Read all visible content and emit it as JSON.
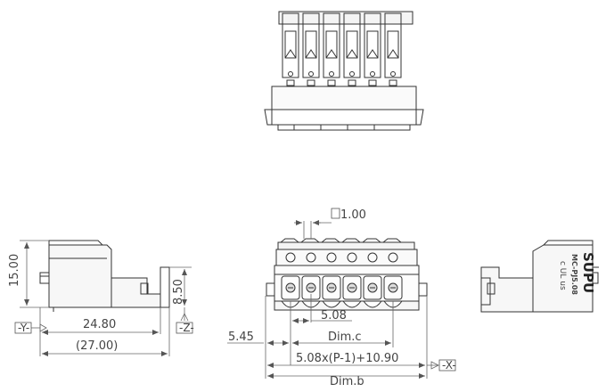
{
  "dimensions": {
    "height_15": "15.00",
    "depth_24_80": "24.80",
    "depth_27_00": "(27.00)",
    "pin_height_8_50": "8.50",
    "tol_1_00": "1.00",
    "pitch_5_08": "5.08",
    "offset_5_45": "5.45",
    "dim_c": "Dim.c",
    "formula": "5.08x(P-1)+10.90",
    "dim_b": "Dim.b"
  },
  "datums": {
    "y": "Y",
    "z": "Z",
    "x": "X"
  },
  "marking": {
    "brand": "SUPU",
    "model": "MC-PJ5.08",
    "cert": "c UL us"
  }
}
